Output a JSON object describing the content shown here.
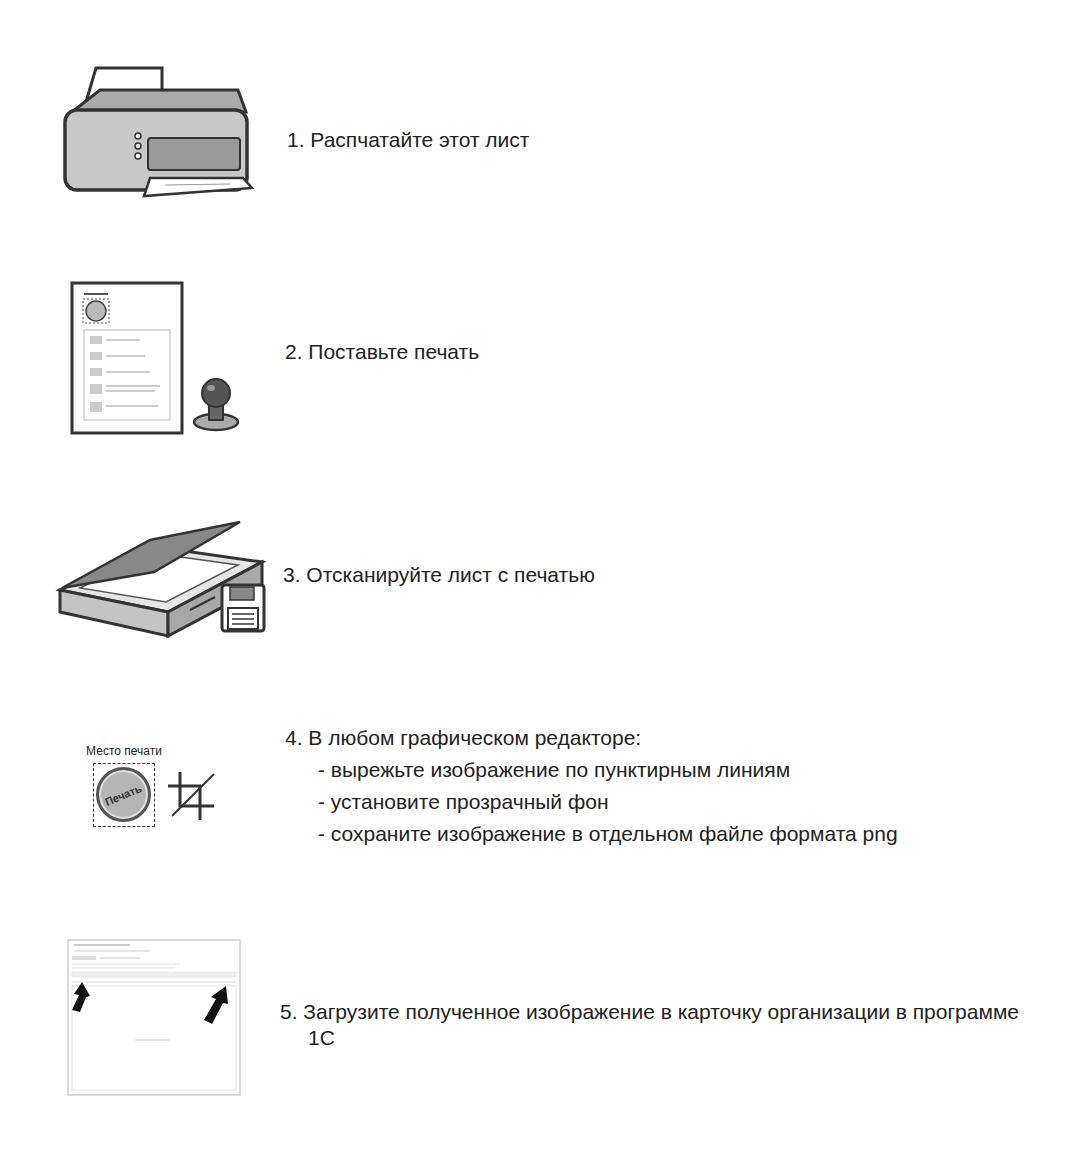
{
  "diagram": {
    "nodes": [
      {
        "text": [
          "Место печати"
        ]
      },
      {
        "text": [
          "Печать"
        ],
        "in": 0
      }
    ],
    "labels": [
      "1. Распчатайте этот лист",
      "2. Поставьте печать",
      "3. Отсканируйте лист с печатью",
      "4. В любом графическом редакторе:",
      "- вырежьте изображение по пунктирным линиям",
      "- установите прозрачный фон",
      "- сохраните изображение в отдельном файле формата png",
      "5. Загрузите полученное изображение в карточку организации в программе 1С"
    ]
  }
}
